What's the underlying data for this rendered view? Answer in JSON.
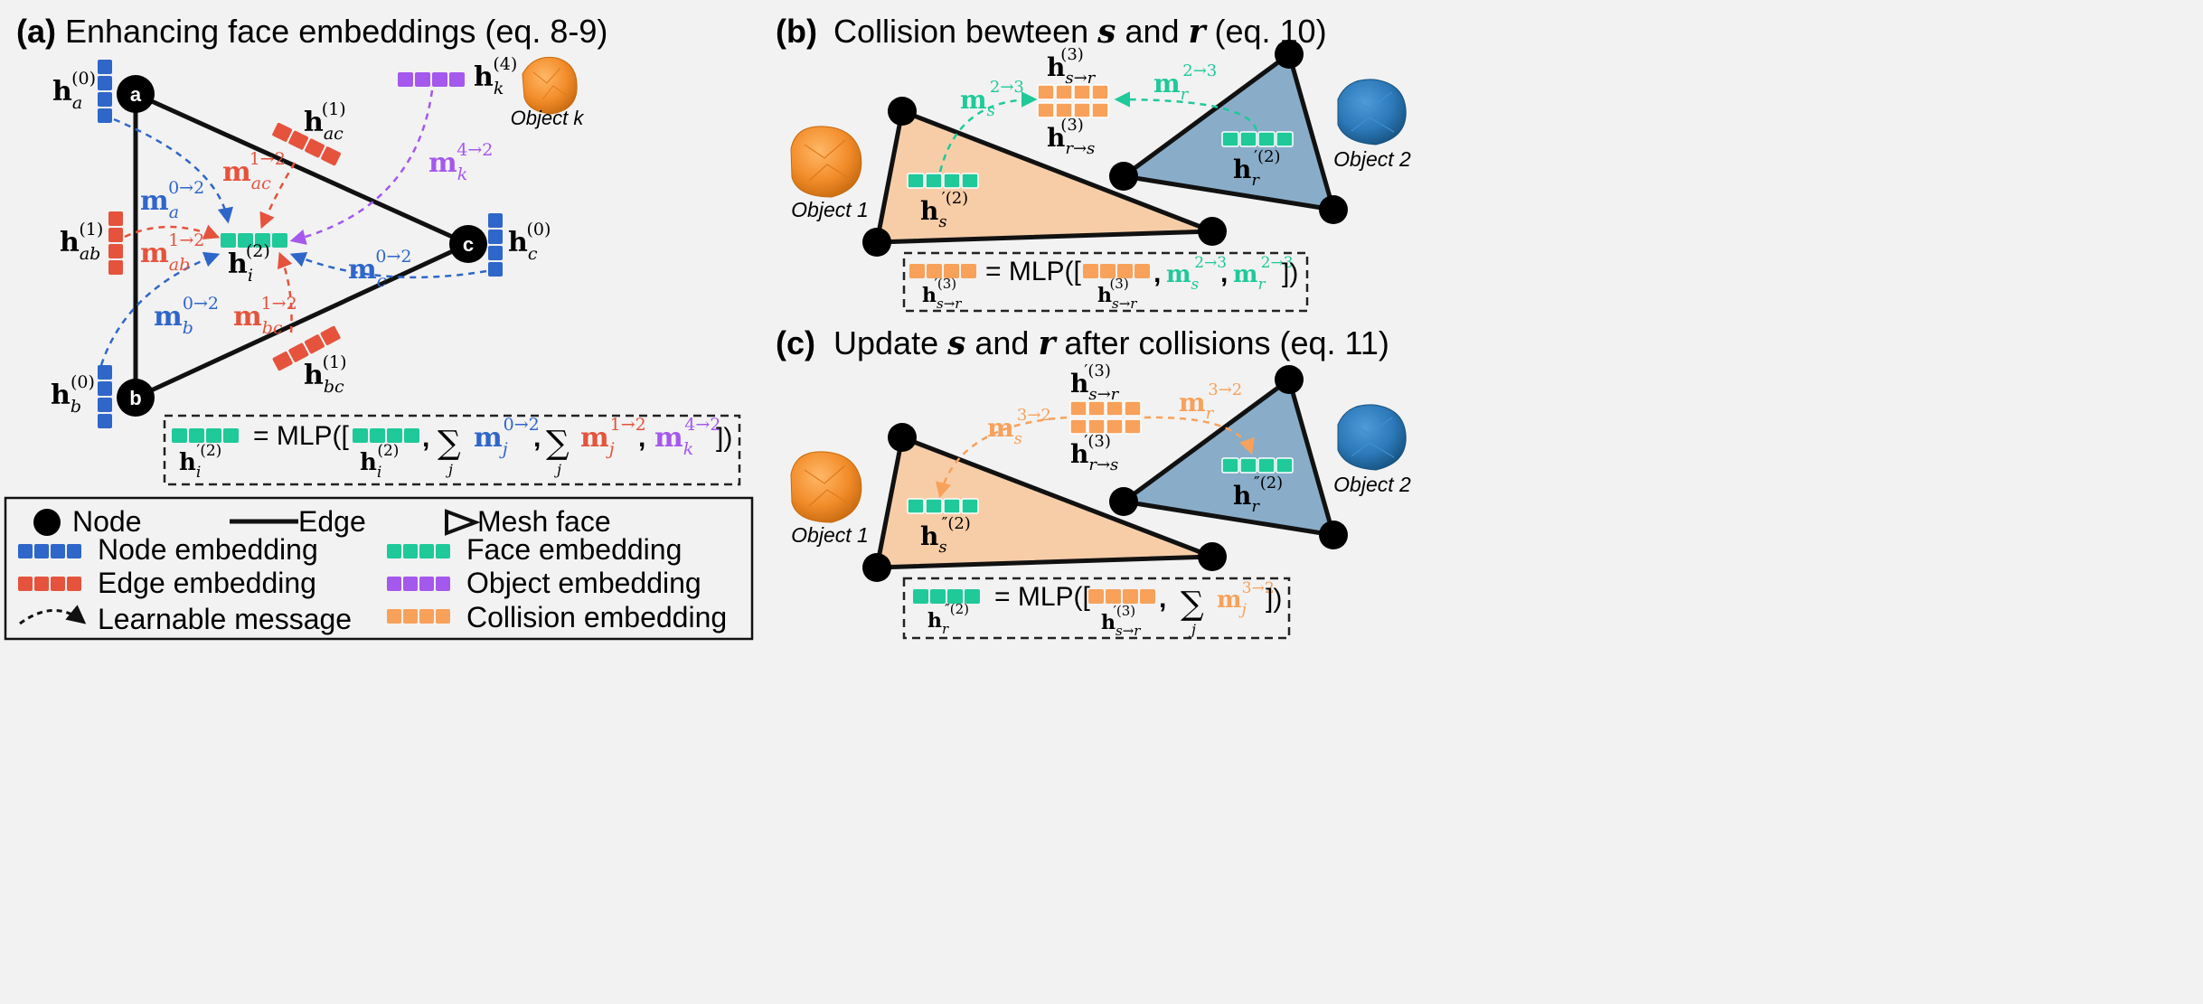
{
  "colors": {
    "background": "#f2f2f2",
    "node_embedding": "#2f66c9",
    "edge_embedding": "#e5533d",
    "face_embedding": "#1fc99a",
    "object_embedding": "#a558ec",
    "collision_embedding": "#f8a15a",
    "message_node": "#2f66c9",
    "message_edge": "#e5533d",
    "message_object": "#a558ec",
    "message_face": "#1fc99a",
    "message_collision": "#f8a15a",
    "triangle_orange": "#f7cda8",
    "triangle_blue": "#89adc9",
    "object_orange": "#f28c2a",
    "object_blue": "#2c78b8",
    "node": "#000000"
  },
  "panel_a": {
    "letter": "(a)",
    "title": "Enhancing face embeddings (eq. 8-9)",
    "nodes": {
      "a": "a",
      "b": "b",
      "c": "c"
    },
    "object_label": "Object k",
    "labels": {
      "h_a": [
        "h",
        "a",
        "(0)"
      ],
      "h_b": [
        "h",
        "b",
        "(0)"
      ],
      "h_c": [
        "h",
        "c",
        "(0)"
      ],
      "h_ab": [
        "h",
        "ab",
        "(1)"
      ],
      "h_ac": [
        "h",
        "ac",
        "(1)"
      ],
      "h_bc": [
        "h",
        "bc",
        "(1)"
      ],
      "h_k": [
        "h",
        "k",
        "(4)"
      ],
      "h_i": [
        "h",
        "i",
        "(2)"
      ],
      "m_a": [
        "m",
        "a",
        "0→2"
      ],
      "m_b": [
        "m",
        "b",
        "0→2"
      ],
      "m_c": [
        "m",
        "c",
        "0→2"
      ],
      "m_ab": [
        "m",
        "ab",
        "1→2"
      ],
      "m_ac": [
        "m",
        "ac",
        "1→2"
      ],
      "m_bc": [
        "m",
        "bc",
        "1→2"
      ],
      "m_k": [
        "m",
        "k",
        "4→2"
      ]
    },
    "formula": {
      "eq": "= MLP([",
      "close": "])",
      "comma": ",",
      "sum": "∑",
      "sum_idx": "j",
      "lhs": [
        "h",
        "i",
        "′(2)"
      ],
      "arg1": [
        "h",
        "i",
        "(2)"
      ],
      "term_node": [
        "m",
        "j",
        "0→2"
      ],
      "term_edge": [
        "m",
        "j",
        "1→2"
      ],
      "term_obj": [
        "m",
        "k",
        "4→2"
      ]
    }
  },
  "panel_b": {
    "letter": "(b)",
    "title_pre": "Collision bewteen",
    "title_s": "s",
    "title_and": "and",
    "title_r": "r",
    "title_post": "(eq. 10)",
    "object1": "Object 1",
    "object2": "Object 2",
    "labels": {
      "h_sr": [
        "h",
        "s→r",
        "(3)"
      ],
      "h_rs": [
        "h",
        "r→s",
        "(3)"
      ],
      "h_s": [
        "h",
        "s",
        "′(2)"
      ],
      "h_r": [
        "h",
        "r",
        "′(2)"
      ],
      "m_s": [
        "m",
        "s",
        "2→3"
      ],
      "m_r": [
        "m",
        "r",
        "2→3"
      ]
    },
    "formula": {
      "eq": "= MLP([",
      "close": "])",
      "comma": ",",
      "lhs": [
        "h",
        "s→r",
        "′(3)"
      ],
      "arg1": [
        "h",
        "s→r",
        "(3)"
      ],
      "term_s": [
        "m",
        "s",
        "2→3"
      ],
      "term_r": [
        "m",
        "r",
        "2→3"
      ]
    }
  },
  "panel_c": {
    "letter": "(c)",
    "title_pre": "Update",
    "title_s": "s",
    "title_and": "and",
    "title_r": "r",
    "title_post": "after collisions (eq. 11)",
    "object1": "Object 1",
    "object2": "Object 2",
    "labels": {
      "h_sr": [
        "h",
        "s→r",
        "′(3)"
      ],
      "h_rs": [
        "h",
        "r→s",
        "′(3)"
      ],
      "h_s": [
        "h",
        "s",
        "″(2)"
      ],
      "h_r": [
        "h",
        "r",
        "″(2)"
      ],
      "m_s": [
        "m",
        "s",
        "3→2"
      ],
      "m_r": [
        "m",
        "r",
        "3→2"
      ]
    },
    "formula": {
      "eq": "= MLP([",
      "close": "])",
      "comma": ",",
      "sum": "∑",
      "sum_idx": "j",
      "lhs": [
        "h",
        "r",
        "″(2)"
      ],
      "arg1": [
        "h",
        "s→r",
        "′(3)"
      ],
      "term": [
        "m",
        "j",
        "3→2"
      ]
    }
  },
  "legend": {
    "node": "Node",
    "edge": "Edge",
    "mesh_face": "Mesh face",
    "node_emb": "Node embedding",
    "face_emb": "Face embedding",
    "edge_emb": "Edge embedding",
    "object_emb": "Object embedding",
    "message": "Learnable message",
    "collision_emb": "Collision embedding"
  }
}
